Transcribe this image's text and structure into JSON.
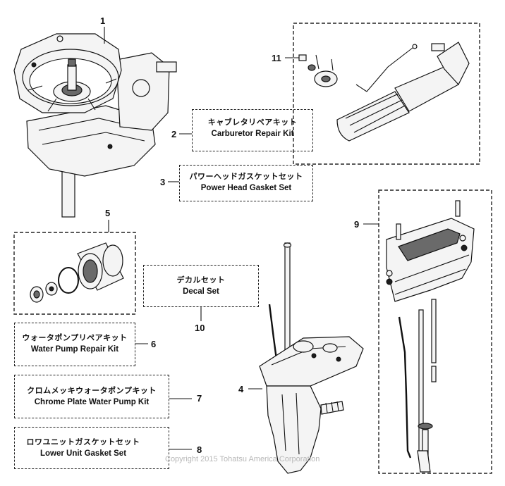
{
  "callouts": {
    "c1": "1",
    "c2": "2",
    "c3": "3",
    "c4": "4",
    "c5": "5",
    "c6": "6",
    "c7": "7",
    "c8": "8",
    "c9": "9",
    "c10": "10",
    "c11": "11"
  },
  "kits": {
    "carburetor": {
      "jp": "キャブレタリペアキット",
      "en": "Carburetor Repair Kit"
    },
    "powerhead": {
      "jp": "パワーヘッドガスケットセット",
      "en": "Power Head Gasket Set"
    },
    "decal": {
      "jp": "デカルセット",
      "en": "Decal Set"
    },
    "waterpump": {
      "jp": "ウォータポンプリペアキット",
      "en": "Water Pump Repair Kit"
    },
    "chrome": {
      "jp": "クロムメッキウォータポンプキット",
      "en": "Chrome Plate Water Pump Kit"
    },
    "lowerunit": {
      "jp": "ロワユニットガスケットセット",
      "en": "Lower Unit Gasket Set"
    }
  },
  "copyright": "Copyright 2015 Tohatsu America Corporation"
}
